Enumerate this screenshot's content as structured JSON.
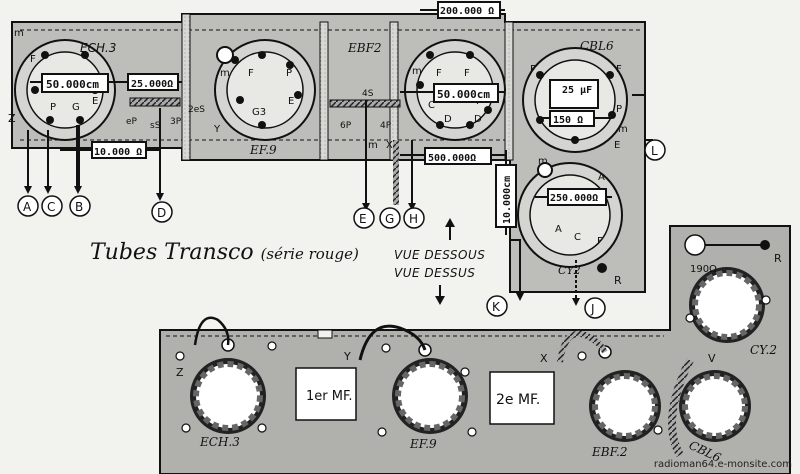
{
  "caption": {
    "main": "Tubes Transco",
    "sub": "(série rouge)"
  },
  "views": {
    "bottom": "VUE DESSOUS",
    "top": "VUE DESSUS"
  },
  "watermark": "radioman64.e-monsite.com",
  "tubes_top": {
    "ech3": "ECH.3",
    "ef9": "EF.9",
    "ebf2": "EBF2",
    "cbl6": "CBL6",
    "cy2": "CY2"
  },
  "resistors": {
    "r50000_ech": "50.000cm",
    "r25000": "25.000Ω",
    "r10000": "10.000 Ω",
    "r200000": "200.000 Ω",
    "r50000_ebf": "50.000cm",
    "r500000": "500.000Ω",
    "r10000cm": "10.000cm",
    "r250000": "250.000Ω",
    "cap25": "25 µF",
    "r150": "150 Ω",
    "r190": "190Ω"
  },
  "terminals": [
    "A",
    "C",
    "B",
    "D",
    "E",
    "G",
    "H",
    "K",
    "J",
    "L"
  ],
  "pins": {
    "m": "m",
    "F": "F",
    "P": "P",
    "G": "G",
    "E": "E",
    "C": "C",
    "G3": "G3",
    "D": "D",
    "A": "A",
    "R": "R",
    "S": "S",
    "Y": "Y",
    "X": "X",
    "V": "V",
    "Z": "Z"
  },
  "tube_bottom": {
    "ech3": "ECH.3",
    "ef9": "EF.9",
    "ebf2": "EBF.2",
    "cbl6": "CBL6",
    "cy2": "CY.2"
  },
  "mf": {
    "first": "1er MF.",
    "second": "2e MF."
  }
}
